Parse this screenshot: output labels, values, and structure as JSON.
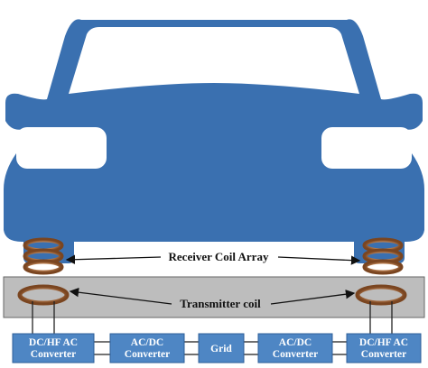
{
  "colors": {
    "car_body": "#3a70b0",
    "road_slab": "#bdbdbd",
    "converter_box": "#4e86c4",
    "coil_copper": "#b07545",
    "wire": "#222222"
  },
  "labels": {
    "receiver_coil_array": "Receiver Coil Array",
    "transmitter_coil": "Transmitter coil"
  },
  "converters": [
    {
      "line1": "DC/HF AC",
      "line2": "Converter"
    },
    {
      "line1": "AC/DC",
      "line2": "Converter"
    },
    {
      "line1": "Grid",
      "line2": ""
    },
    {
      "line1": "AC/DC",
      "line2": "Converter"
    },
    {
      "line1": "DC/HF AC",
      "line2": "Converter"
    }
  ]
}
